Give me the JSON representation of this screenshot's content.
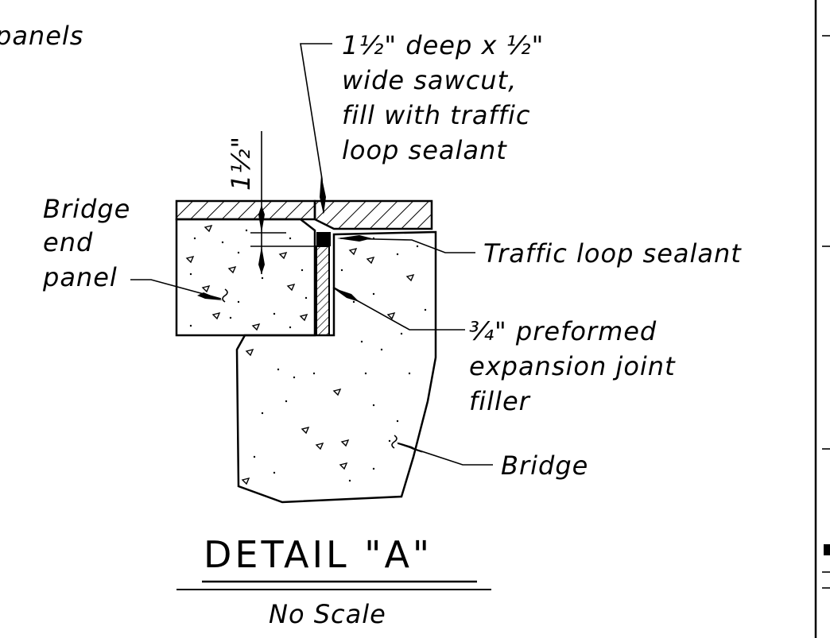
{
  "labels": {
    "partial_top_left": "panels",
    "sawcut_line1": "1½\" deep x ½\"",
    "sawcut_line2": "wide sawcut,",
    "sawcut_line3": "fill with traffic",
    "sawcut_line4": "loop sealant",
    "dimension": "1½\"",
    "bridge_end_panel_line1": "Bridge",
    "bridge_end_panel_line2": "end",
    "bridge_end_panel_line3": "panel",
    "traffic_loop_sealant": "Traffic loop sealant",
    "filler_line1": "¾\" preformed",
    "filler_line2": "expansion joint",
    "filler_line3": "filler",
    "bridge": "Bridge"
  },
  "title": {
    "main": "DETAIL \"A\"",
    "sub": "No Scale"
  }
}
